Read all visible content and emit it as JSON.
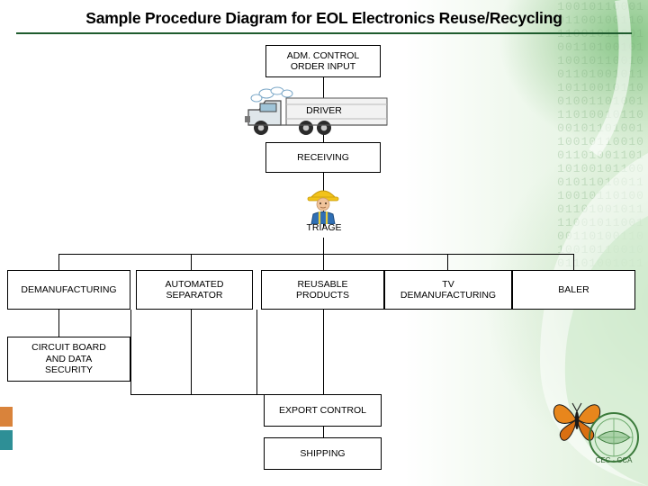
{
  "slide": {
    "title": "Sample Procedure Diagram for EOL Electronics Reuse/Recycling",
    "accent_color": "#1f5c2e",
    "background_binary": "10010110001\n01100100110\n11001011001\n00110100101\n10010110010\n01101001011\n10110010110\n01001101001\n11010010110\n00101101001\n10010110010\n01101001101\n10100101100\n01011010011\n10010110100\n01101001011\n11001011001\n00110100110\n10010110010\n01101001011"
  },
  "diagram": {
    "nodes": [
      {
        "id": "adm-control",
        "label": "ADM. CONTROL\nORDER INPUT"
      },
      {
        "id": "driver",
        "label": "DRIVER"
      },
      {
        "id": "receiving",
        "label": "RECEIVING"
      },
      {
        "id": "triage",
        "label": "TRIAGE"
      },
      {
        "id": "demanufacturing",
        "label": "DEMANUFACTURING"
      },
      {
        "id": "automated-separator",
        "label": "AUTOMATED\nSEPARATOR"
      },
      {
        "id": "reusable-products",
        "label": "REUSABLE\nPRODUCTS"
      },
      {
        "id": "tv-demanufacturing",
        "label": "TV\nDEMANUFACTURING"
      },
      {
        "id": "baler",
        "label": "BALER"
      },
      {
        "id": "circuit-board-security",
        "label": "CIRCUIT BOARD\nAND DATA\nSECURITY"
      },
      {
        "id": "export-control",
        "label": "EXPORT CONTROL"
      },
      {
        "id": "shipping",
        "label": "SHIPPING"
      }
    ],
    "logo_text": {
      "line1": "CEC",
      "line2": "CCA"
    }
  }
}
